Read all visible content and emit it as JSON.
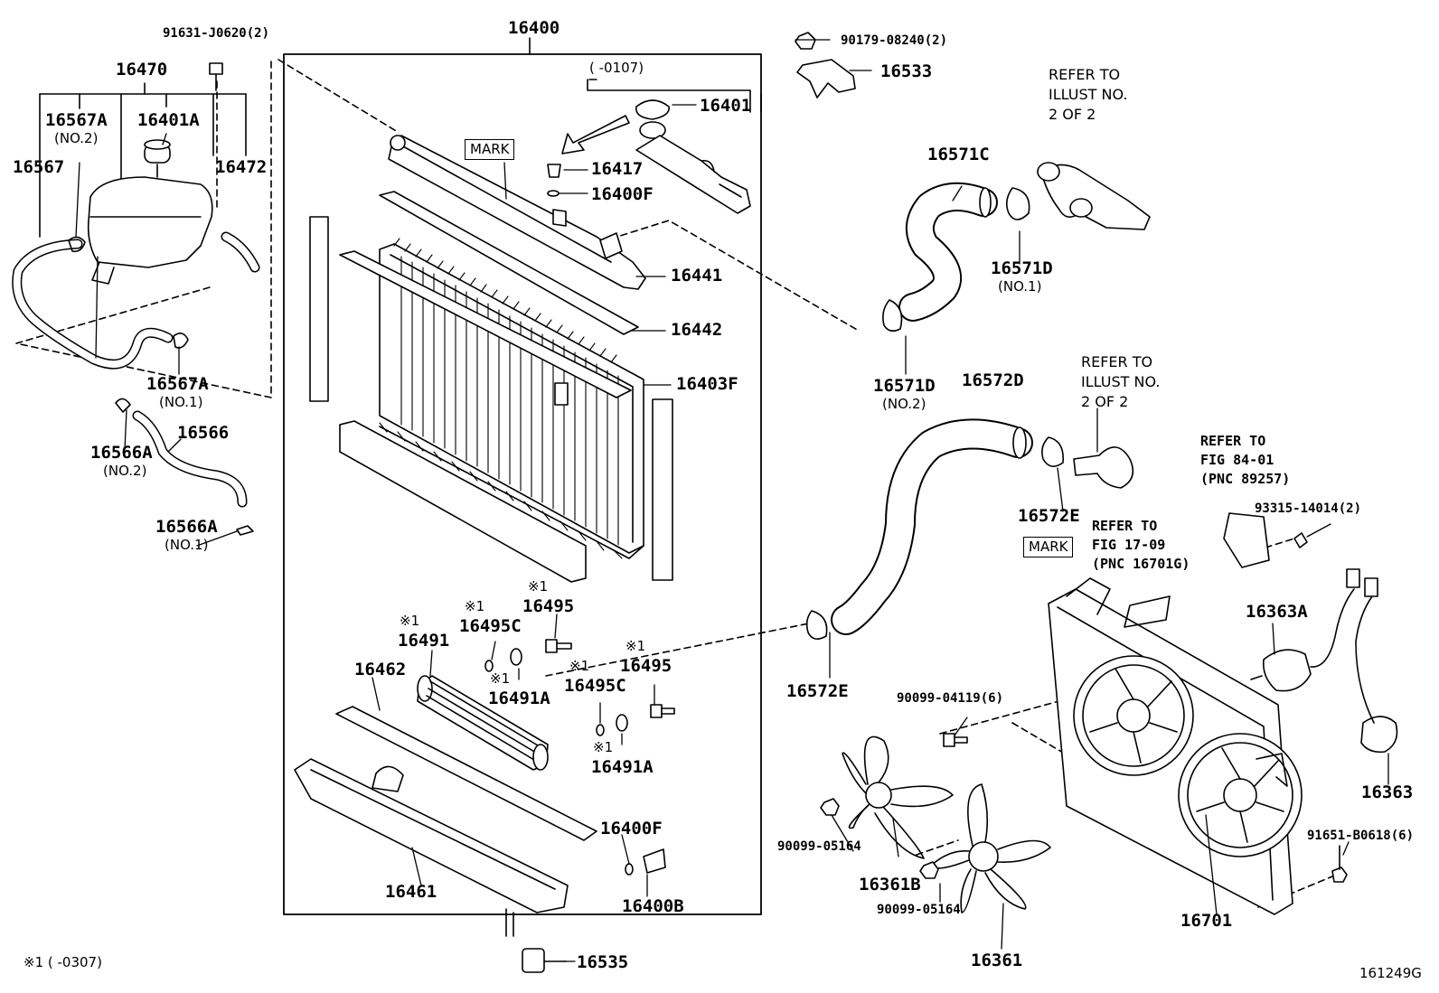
{
  "labels": {
    "p16400": "16400",
    "p16470": "16470",
    "p91631": "91631-J0620(2)",
    "p16567A_top": "16567A",
    "p16567A_top_sub": "(NO.2)",
    "p16401A": "16401A",
    "p16567": "16567",
    "p16472": "16472",
    "p16567A_bot": "16567A",
    "p16567A_bot_sub": "(NO.1)",
    "p16566": "16566",
    "p16566A_top": "16566A",
    "p16566A_top_sub": "(NO.2)",
    "p16566A_bot": "16566A",
    "p16566A_bot_sub": "(NO.1)",
    "p16401": "16401",
    "p16417": "16417",
    "p16400F_top": "16400F",
    "p16441": "16441",
    "p16442": "16442",
    "p16403F": "16403F",
    "paren_0107": "(      -0107)",
    "p90179": "90179-08240(2)",
    "p16533": "16533",
    "p16571C": "16571C",
    "p16571D_right": "16571D",
    "p16571D_right_sub": "(NO.1)",
    "p16571D_left": "16571D",
    "p16571D_left_sub": "(NO.2)",
    "p16572D": "16572D",
    "p16572E_top": "16572E",
    "p16572E_bot": "16572E",
    "p16495_top": "16495",
    "p16495C_top": "16495C",
    "p16491": "16491",
    "p16462": "16462",
    "p16491A_top": "16491A",
    "p16495C_bot": "16495C",
    "p16495_bot": "16495",
    "p16491A_bot": "16491A",
    "p16400F_bot": "16400F",
    "p16461": "16461",
    "p16400B": "16400B",
    "p16535": "16535",
    "p90099_04119": "90099-04119(6)",
    "p90099_05164_a": "90099-05164",
    "p16361B": "16361B",
    "p90099_05164_b": "90099-05164",
    "p16361": "16361",
    "p16363A": "16363A",
    "p16363": "16363",
    "p93315": "93315-14014(2)",
    "p91651": "91651-B0618(6)",
    "p16701": "16701",
    "star": "※1",
    "footnote": "※1 (      -0307)",
    "figure_code": "161249G"
  },
  "marks": {
    "mark_top": "MARK",
    "mark_fan": "MARK"
  },
  "refs": {
    "ref_a": [
      "REFER TO",
      "ILLUST NO.",
      "2 OF 2"
    ],
    "ref_b": [
      "REFER TO",
      "ILLUST NO.",
      "2 OF 2"
    ],
    "ref_c": [
      "REFER TO",
      "FIG 84-01",
      "(PNC 89257)"
    ],
    "ref_d": [
      "REFER TO",
      "FIG 17-09",
      "(PNC 16701G)"
    ]
  }
}
